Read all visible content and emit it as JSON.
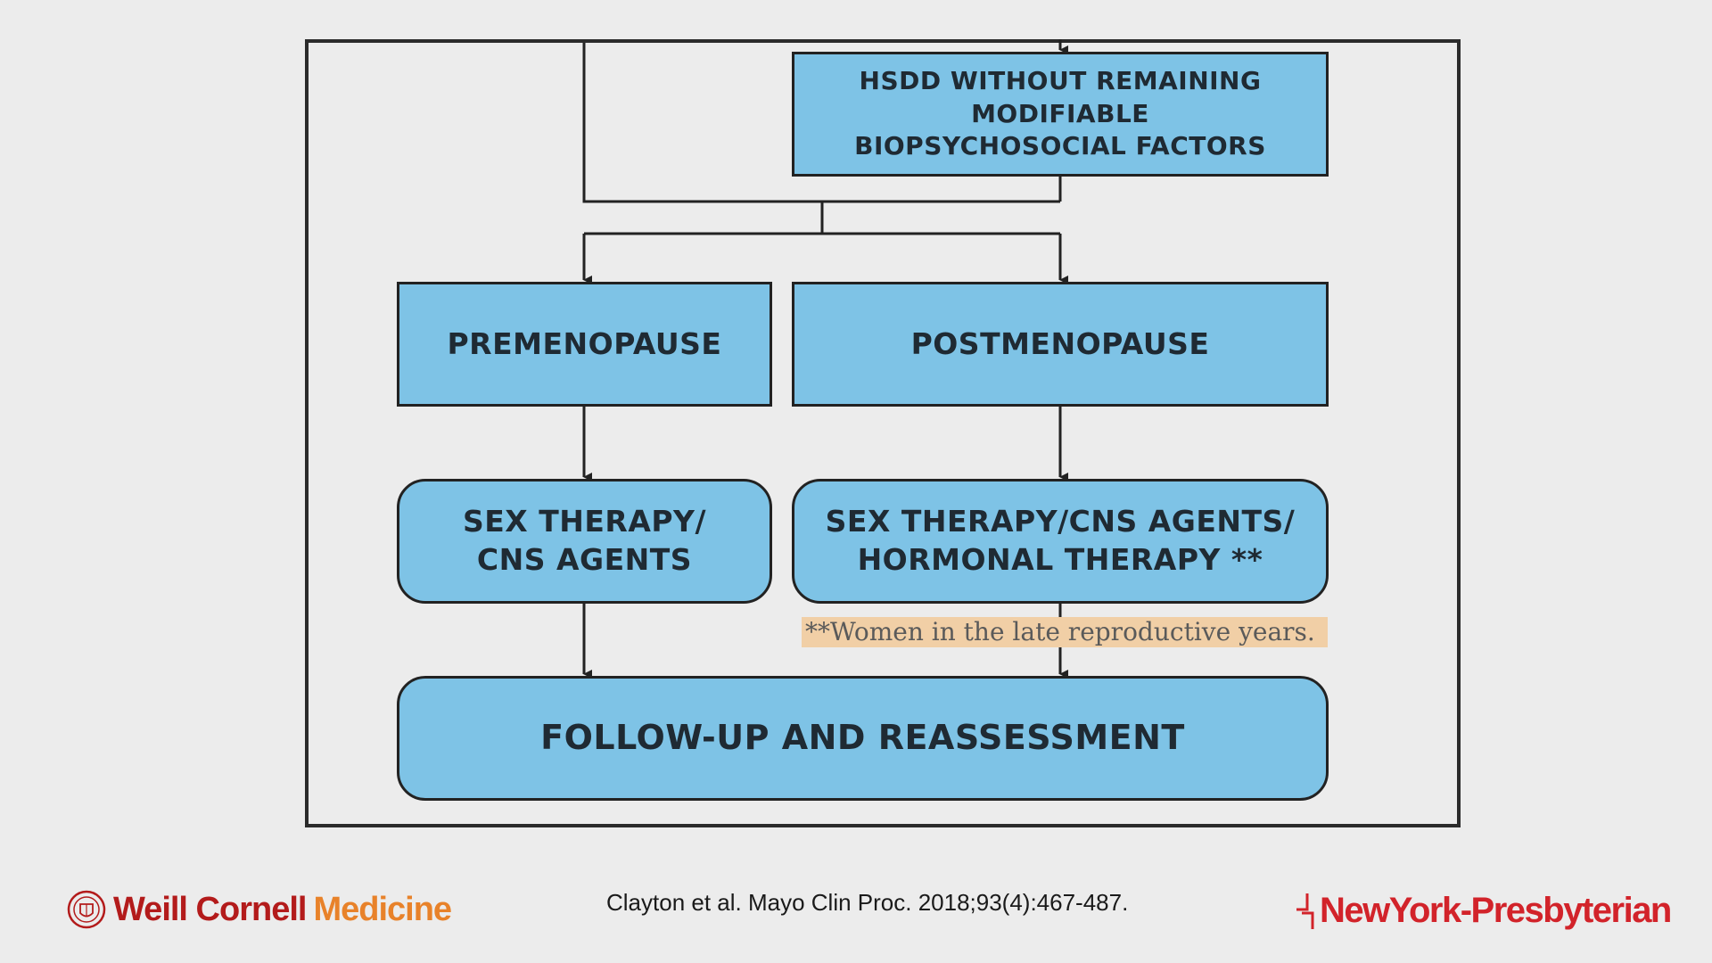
{
  "flowchart": {
    "hsdd": "HSDD WITHOUT REMAINING MODIFIABLE\nBIOPSYCHOSOCIAL FACTORS",
    "premenopause": "PREMENOPAUSE",
    "postmenopause": "POSTMENOPAUSE",
    "sex_therapy_pre": "SEX THERAPY/\nCNS AGENTS",
    "sex_therapy_post": "SEX THERAPY/CNS AGENTS/\nHORMONAL THERAPY **",
    "follow_up": "FOLLOW-UP AND REASSESSMENT",
    "footnote": "**Women in the late reproductive years."
  },
  "footer": {
    "citation": "Clayton et al. Mayo Clin Proc. 2018;93(4):467-487.",
    "logo_left_part1": "Weill Cornell",
    "logo_left_part2": "Medicine",
    "logo_right": "NewYork-Presbyterian"
  },
  "colors": {
    "box_fill": "#7ec3e6",
    "footnote_highlight": "#f1cfa6",
    "wcm_red": "#b31b1b",
    "wcm_orange": "#e8822a",
    "nyp_red": "#d2232a"
  }
}
